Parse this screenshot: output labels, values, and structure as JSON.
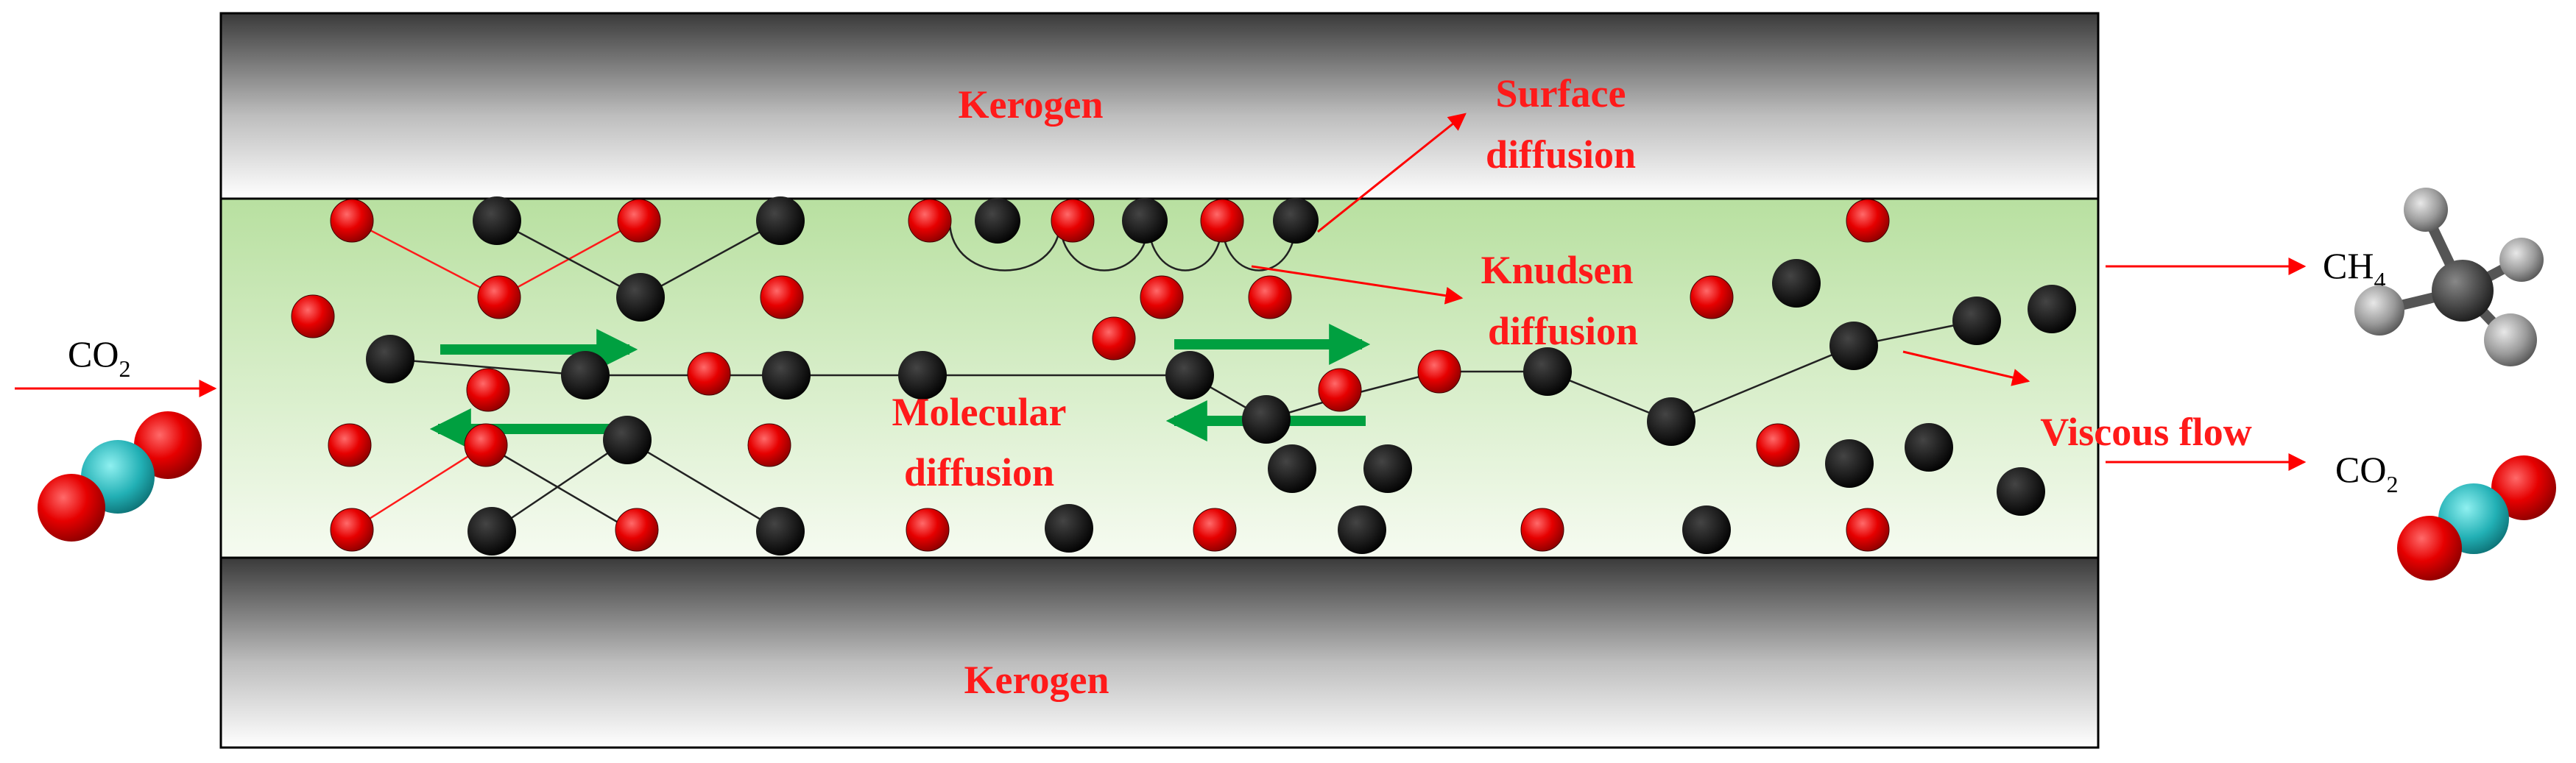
{
  "labels": {
    "kerogen_top": "Kerogen",
    "kerogen_bottom": "Kerogen",
    "surface_diffusion_1": "Surface",
    "surface_diffusion_2": "diffusion",
    "knudsen_diffusion_1": "Knudsen",
    "knudsen_diffusion_2": "diffusion",
    "molecular_diffusion_1": "Molecular",
    "molecular_diffusion_2": "diffusion",
    "viscous_flow": "Viscous flow",
    "co2_in_main": "CO",
    "co2_in_sub": "2",
    "ch4_out_main": "CH",
    "ch4_out_sub": "4",
    "co2_out_main": "CO",
    "co2_out_sub": "2"
  },
  "colors": {
    "co2_molecule": "#e00000",
    "ch4_molecule": "#000000",
    "arrow": "#ff0000",
    "flow_arrow": "#00a040",
    "carbon_co2": "#2ab5b5",
    "hydrogen": "#9a9a9a",
    "carbon_ch4": "#333333"
  },
  "icons": {
    "co2_in": "co2-molecule-icon",
    "ch4_out": "ch4-molecule-icon",
    "co2_out": "co2-molecule-icon"
  }
}
